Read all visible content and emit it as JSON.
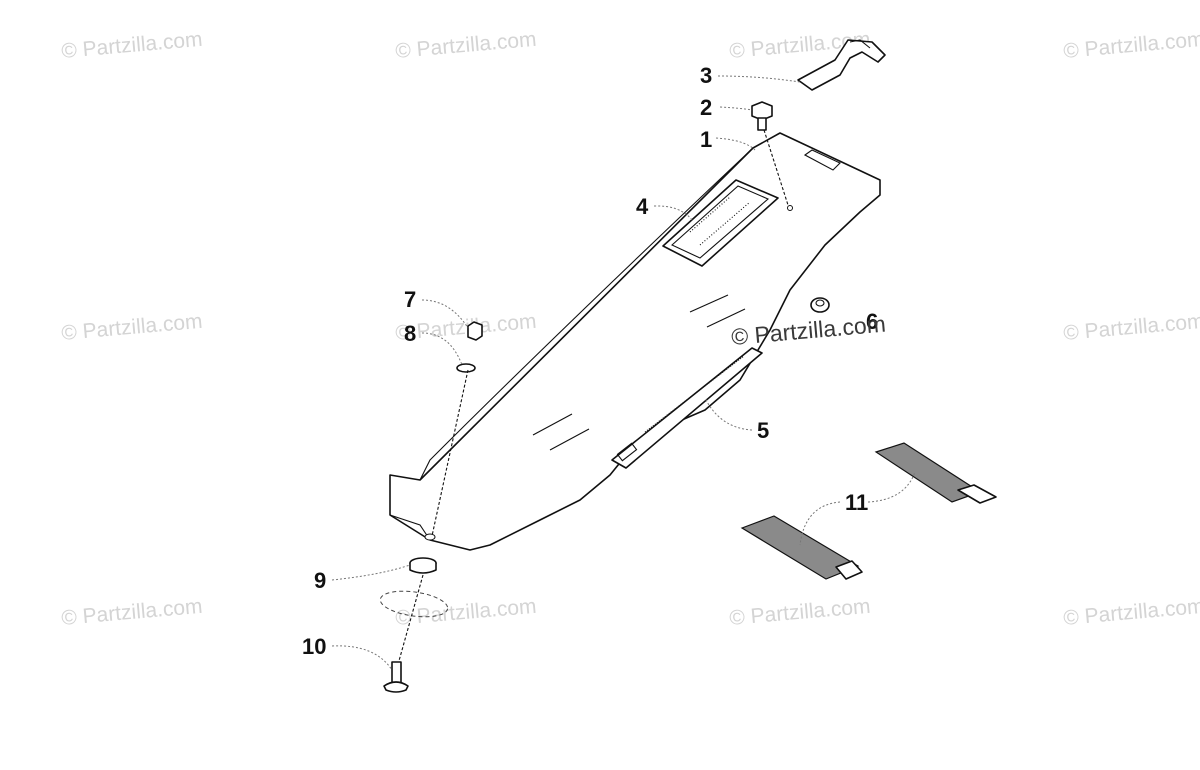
{
  "watermark": {
    "text": "© Partzilla.com",
    "center_text": "© Partzilla.com"
  },
  "callouts": {
    "c1": "1",
    "c2": "2",
    "c3": "3",
    "c4": "4",
    "c5": "5",
    "c6": "6",
    "c7": "7",
    "c8": "8",
    "c9": "9",
    "c10": "10",
    "c11": "11"
  }
}
